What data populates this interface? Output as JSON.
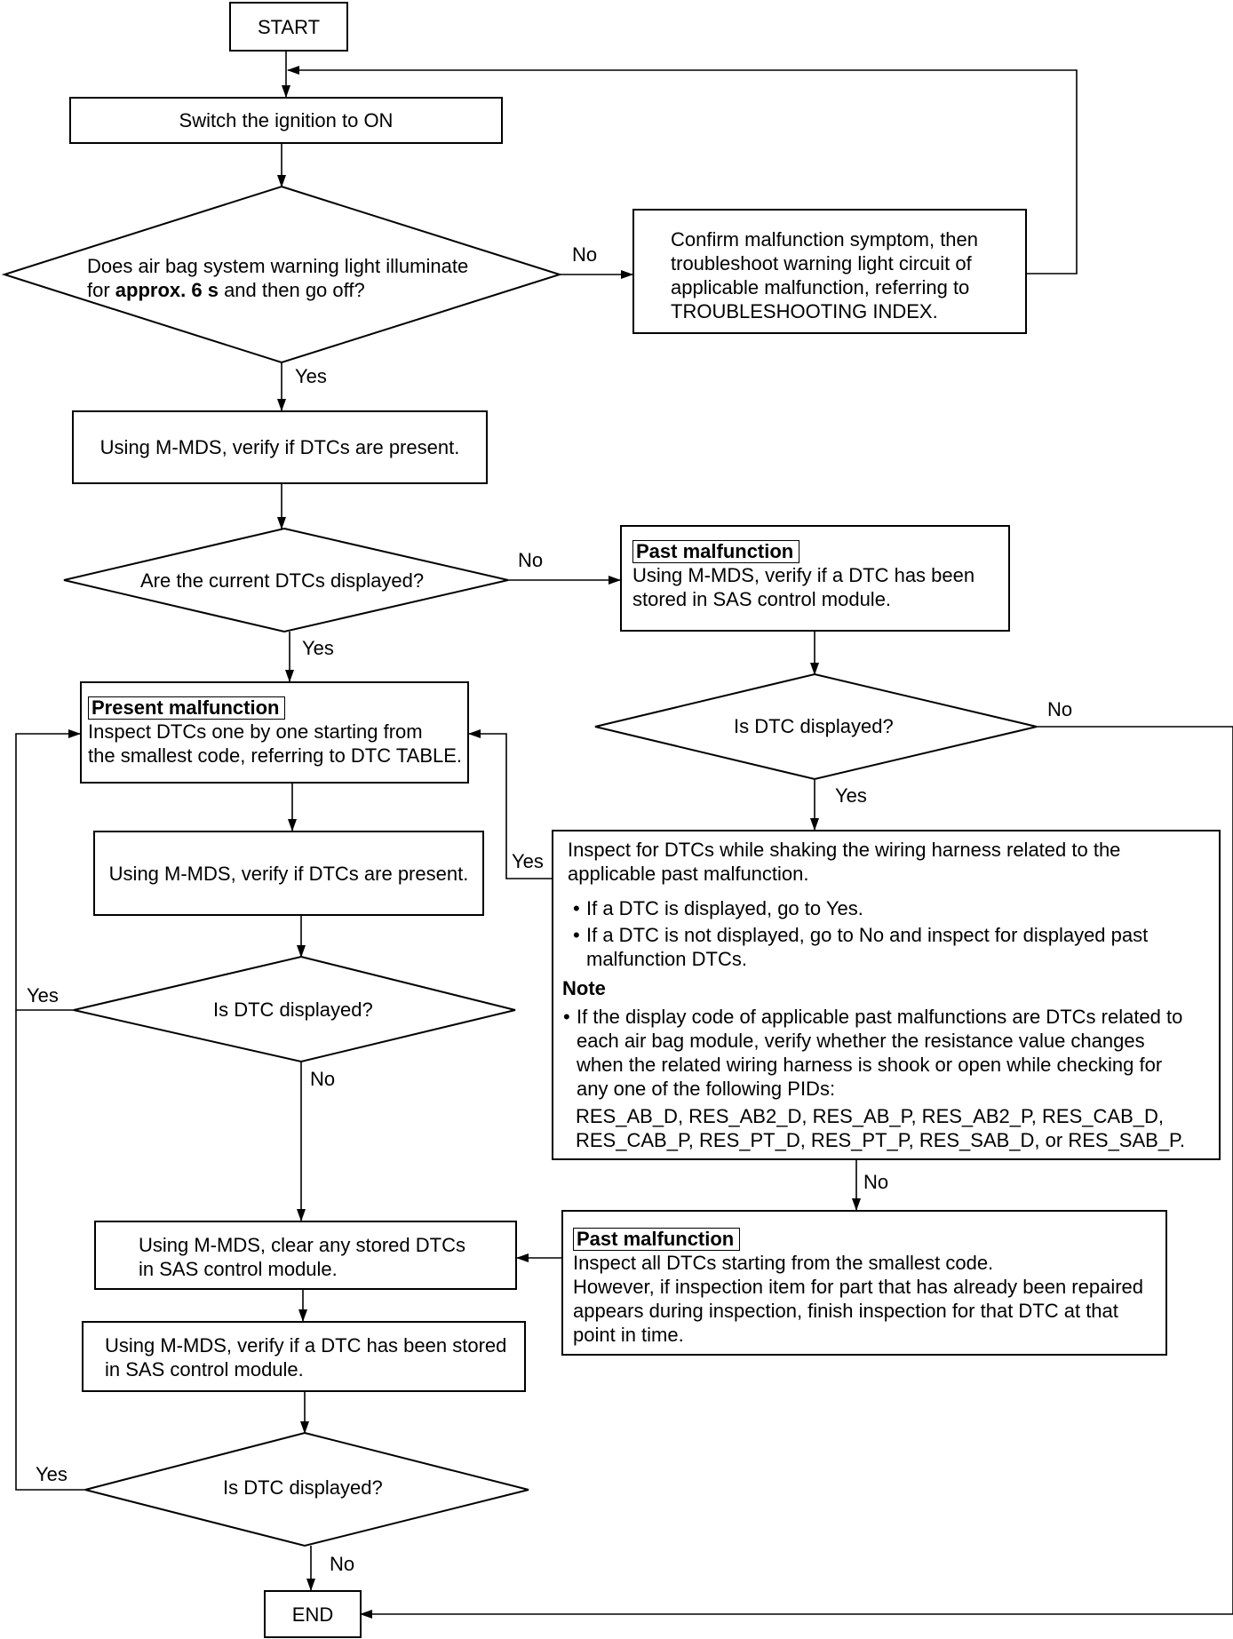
{
  "start": "START",
  "end": "END",
  "step_ignition": "Switch the ignition to ON",
  "decision_warning_light": {
    "line1": "Does air bag system warning light illuminate",
    "line2_pre": "for ",
    "line2_bold": "approx. 6 s",
    "line2_post": " and then go off?"
  },
  "warning_circuit": [
    "Confirm malfunction symptom, then",
    "troubleshoot warning light circuit of",
    "applicable malfunction, referring to",
    "TROUBLESHOOTING INDEX."
  ],
  "verify_dtcs_1": "Using M-MDS, verify if DTCs are present.",
  "decision_current_dtcs": "Are the current DTCs displayed?",
  "past_malfunction_1": {
    "tag": "Past malfunction",
    "lines": [
      "Using M-MDS, verify if a DTC has been",
      "stored in SAS control module."
    ]
  },
  "decision_dtc_1": "Is DTC displayed?",
  "present_malfunction": {
    "tag": "Present malfunction",
    "lines": [
      "Inspect DTCs one by one starting from",
      "the smallest code, referring to DTC TABLE."
    ]
  },
  "verify_dtcs_2": "Using M-MDS, verify if DTCs are present.",
  "shake_inspection": {
    "lines": [
      "Inspect for DTCs while shaking the wiring harness related to the",
      "applicable past malfunction."
    ],
    "bullets": [
      [
        "If a DTC is displayed, go to Yes."
      ],
      [
        "If a DTC is not displayed, go to No and inspect for displayed past",
        "malfunction DTCs."
      ]
    ],
    "note_title": "Note",
    "note_lines": [
      "If the display code of applicable past malfunctions are DTCs related to",
      "each air bag module, verify whether the resistance value changes",
      "when the related wiring harness is shook or open while checking for",
      "any one of the following PIDs:"
    ],
    "pids": [
      "RES_AB_D, RES_AB2_D, RES_AB_P, RES_AB2_P,  RES_CAB_D,",
      "RES_CAB_P, RES_PT_D, RES_PT_P, RES_SAB_D, or RES_SAB_P."
    ]
  },
  "decision_dtc_2": "Is DTC displayed?",
  "clear_dtcs": [
    "Using M-MDS, clear any stored DTCs",
    "in SAS control module."
  ],
  "past_malfunction_2": {
    "tag": "Past malfunction",
    "lines": [
      "Inspect all DTCs starting from the smallest code.",
      "However, if inspection item for part that has already been repaired",
      "appears during inspection, finish inspection for that DTC at that",
      "point in time."
    ]
  },
  "verify_stored": [
    "Using M-MDS, verify if a DTC has been stored",
    "in SAS control module."
  ],
  "decision_dtc_3": "Is DTC displayed?",
  "labels": {
    "yes": "Yes",
    "no": "No"
  },
  "bullet_char": "•"
}
